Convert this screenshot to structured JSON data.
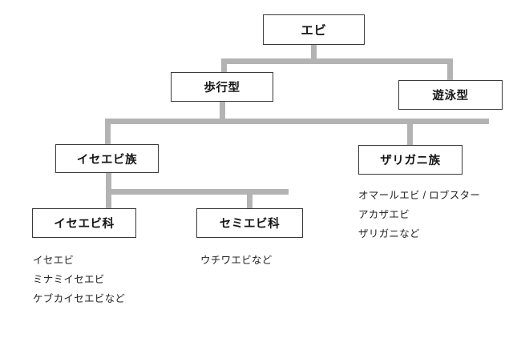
{
  "diagram": {
    "title": "エビ",
    "nodes": {
      "root": {
        "label": "エビ"
      },
      "walking": {
        "label": "歩行型"
      },
      "swimming": {
        "label": "遊泳型"
      },
      "spiny_tribe": {
        "label": "イセエビ族"
      },
      "crayfish_tribe": {
        "label": "ザリガニ族"
      },
      "spiny_family": {
        "label": "イセエビ科"
      },
      "slipper_family": {
        "label": "セミエビ科"
      }
    },
    "example_lists": {
      "crayfish_tribe": [
        "オマールエビ / ロブスター",
        "アカザエビ",
        "ザリガニなど"
      ],
      "spiny_family": [
        "イセエビ",
        "ミナミイセエビ",
        "ケブカイセエビなど"
      ],
      "slipper_family": [
        "ウチワエビなど"
      ]
    },
    "colors": {
      "connector": "#b3b3b3",
      "box_border": "#3a3a3a",
      "box_fill": "#ffffff",
      "text": "#161616",
      "example_text": "#232323",
      "background": "#ffffff"
    }
  }
}
